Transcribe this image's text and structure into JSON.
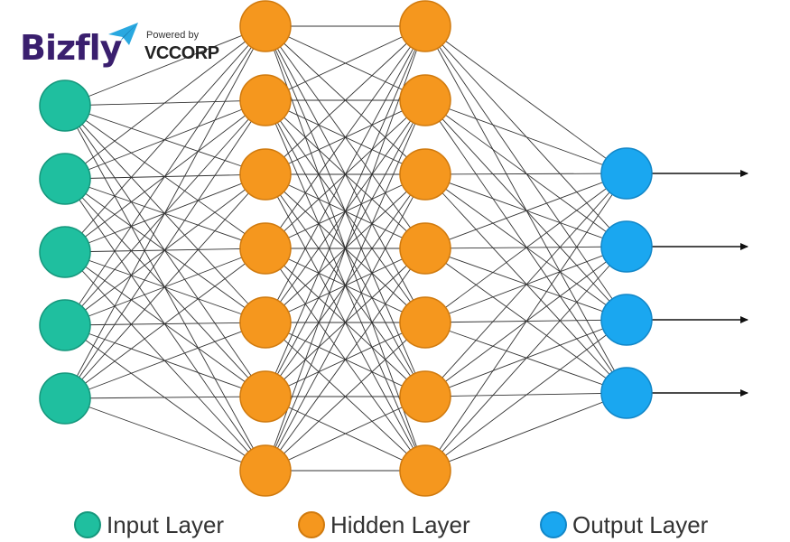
{
  "brand": {
    "name": "Bizfly",
    "powered_by": "Powered by",
    "partner": "VCCORP",
    "colors": {
      "text": "#3a1f6e",
      "plane": "#29a8e0"
    }
  },
  "network": {
    "layers": [
      {
        "type": "input",
        "nodes": 5,
        "color": "#1fbf9f",
        "stroke": "#15977c"
      },
      {
        "type": "hidden",
        "nodes": 7,
        "color": "#f5971e",
        "stroke": "#d07a0e"
      },
      {
        "type": "hidden",
        "nodes": 7,
        "color": "#f5971e",
        "stroke": "#d07a0e"
      },
      {
        "type": "output",
        "nodes": 4,
        "color": "#1aa7f0",
        "stroke": "#1287c8"
      }
    ],
    "edge_color": "#333333",
    "output_arrows": 4
  },
  "legend": {
    "items": [
      {
        "label": "Input Layer",
        "color": "#1fbf9f"
      },
      {
        "label": "Hidden Layer",
        "color": "#f5971e"
      },
      {
        "label": "Output Layer",
        "color": "#1aa7f0"
      }
    ]
  }
}
